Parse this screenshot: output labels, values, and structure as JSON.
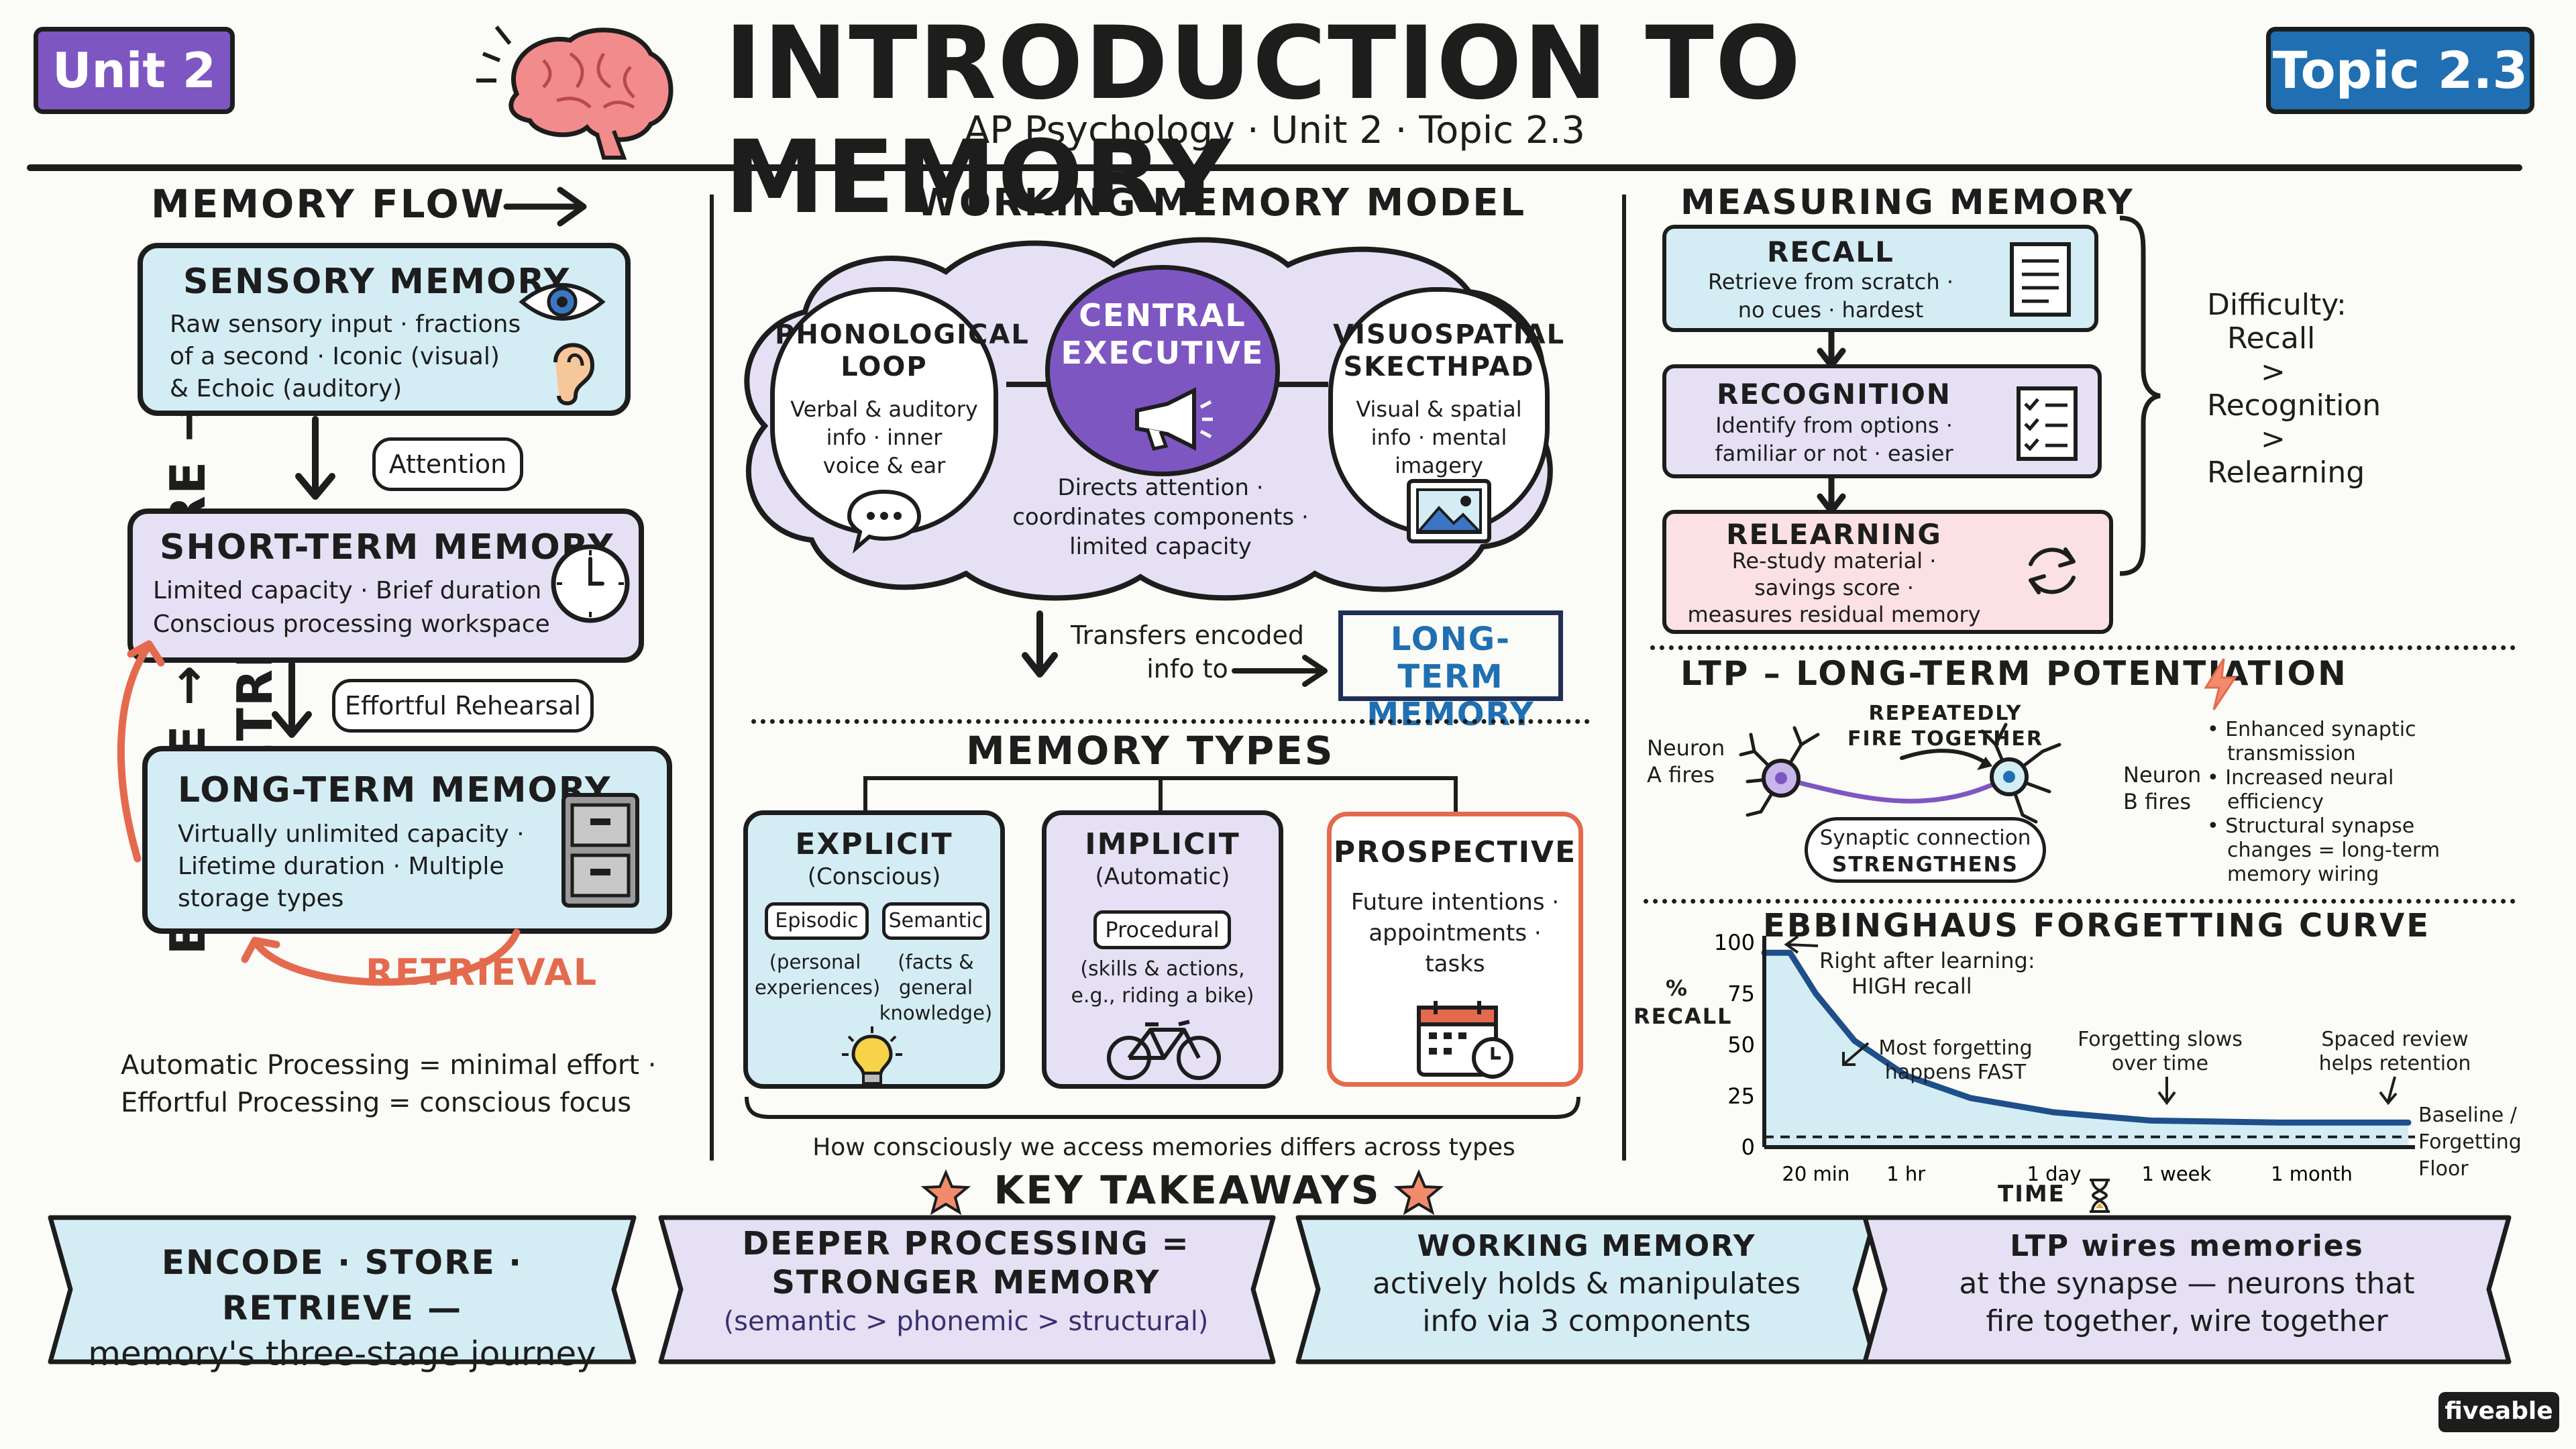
{
  "header": {
    "unit_badge": "Unit 2",
    "topic_badge": "Topic 2.3",
    "title": "INTRODUCTION TO MEMORY",
    "subtitle": "AP Psychology · Unit 2 · Topic 2.3",
    "side_label": "ENCODE → STORE → RETRIEVE"
  },
  "memory_flow": {
    "heading": "MEMORY FLOW",
    "sensory": {
      "title": "SENSORY MEMORY",
      "lines": [
        "Raw sensory input · fractions",
        "of a second · Iconic (visual)",
        "& Echoic (auditory)"
      ]
    },
    "attention": "Attention",
    "short_term": {
      "title": "SHORT-TERM MEMORY",
      "lines": [
        "Limited capacity · Brief duration ·",
        "Conscious processing workspace"
      ]
    },
    "rehearsal": "Effortful Rehearsal",
    "long_term": {
      "title": "LONG-TERM MEMORY",
      "lines": [
        "Virtually unlimited capacity ·",
        "Lifetime duration · Multiple",
        "storage types"
      ]
    },
    "retrieval": "RETRIEVAL",
    "notes": [
      "Automatic Processing = minimal effort ·",
      "Effortful Processing = conscious focus"
    ]
  },
  "working_memory": {
    "heading": "WORKING MEMORY MODEL",
    "phonological": {
      "title": [
        "PHONOLOGICAL",
        "LOOP"
      ],
      "lines": [
        "Verbal & auditory",
        "info · inner",
        "voice & ear"
      ]
    },
    "central": {
      "title": [
        "CENTRAL",
        "EXECUTIVE"
      ],
      "lines": [
        "Directs attention ·",
        "coordinates components ·",
        "limited capacity"
      ]
    },
    "visuospatial": {
      "title": [
        "VISUOSPATIAL",
        "SKECTHPAD"
      ],
      "lines": [
        "Visual & spatial",
        "info · mental",
        "imagery"
      ]
    },
    "transfer": [
      "Transfers encoded",
      "info to"
    ],
    "ltm_box": [
      "LONG-TERM",
      "MEMORY"
    ]
  },
  "memory_types": {
    "heading": "MEMORY TYPES",
    "explicit": {
      "title": "EXPLICIT",
      "sub": "(Conscious)",
      "tag1": "Episodic",
      "tag2": "Semantic",
      "desc1": [
        "(personal",
        "experiences)"
      ],
      "desc2": [
        "(facts &",
        "general",
        "knowledge)"
      ]
    },
    "implicit": {
      "title": "IMPLICIT",
      "sub": "(Automatic)",
      "tag": "Procedural",
      "desc": [
        "(skills & actions,",
        "e.g., riding a bike)"
      ]
    },
    "prospective": {
      "title": "PROSPECTIVE",
      "lines": [
        "Future intentions ·",
        "appointments ·",
        "tasks"
      ]
    },
    "footnote": "How consciously we access memories differs across types"
  },
  "measuring": {
    "heading": "MEASURING MEMORY",
    "recall": {
      "title": "RECALL",
      "lines": [
        "Retrieve from scratch ·",
        "no cues · hardest"
      ]
    },
    "recognition": {
      "title": "RECOGNITION",
      "lines": [
        "Identify from options ·",
        "familiar or not · easier"
      ]
    },
    "relearning": {
      "title": "RELEARNING",
      "lines": [
        "Re-study material ·",
        "savings score ·",
        "measures residual memory"
      ]
    },
    "difficulty": [
      "Difficulty:",
      "Recall",
      ">",
      "Recognition",
      ">",
      "Relearning"
    ]
  },
  "ltp": {
    "heading": "LTP – LONG-TERM POTENTIATION",
    "neuron_a": [
      "Neuron",
      "A fires"
    ],
    "neuron_b": [
      "Neuron",
      "B fires"
    ],
    "repeat": [
      "REPEATEDLY",
      "FIRE TOGETHER"
    ],
    "synapse": [
      "Synaptic connection",
      "STRENGTHENS"
    ],
    "bullets": [
      [
        "• Enhanced synaptic",
        "transmission"
      ],
      [
        "• Increased neural",
        "efficiency"
      ],
      [
        "• Structural synapse",
        "changes = long-term",
        "memory wiring"
      ]
    ]
  },
  "ebbinghaus": {
    "heading": "EBBINGHAUS FORGETTING CURVE",
    "notes": {
      "high": [
        "Right after learning:",
        "HIGH recall"
      ],
      "fast": [
        "Most forgetting",
        "happens FAST"
      ],
      "slows": [
        "Forgetting slows",
        "over time"
      ],
      "spaced": [
        "Spaced review",
        "helps retention"
      ],
      "baseline": [
        "Baseline /",
        "Forgetting Floor"
      ]
    }
  },
  "chart_data": {
    "type": "line",
    "title": "EBBINGHAUS FORGETTING CURVE",
    "xlabel": "TIME",
    "ylabel": "% RECALL",
    "x_ticks": [
      "20 min",
      "1 hr",
      "1 day",
      "1 week",
      "1 month"
    ],
    "y_ticks": [
      0,
      25,
      50,
      75,
      100
    ],
    "ylim": [
      0,
      100
    ],
    "series": [
      {
        "values": [
          {
            "t": 0,
            "y": 95
          },
          {
            "t": 0.04,
            "y": 95
          },
          {
            "t": 0.08,
            "y": 75
          },
          {
            "t": 0.14,
            "y": 52
          },
          {
            "t": 0.22,
            "y": 35
          },
          {
            "t": 0.32,
            "y": 24
          },
          {
            "t": 0.45,
            "y": 17
          },
          {
            "t": 0.6,
            "y": 13
          },
          {
            "t": 0.8,
            "y": 12
          },
          {
            "t": 1,
            "y": 12
          }
        ]
      }
    ],
    "baseline": 5
  },
  "takeaways": {
    "heading": "KEY TAKEAWAYS",
    "items": [
      {
        "lines": [
          "ENCODE · STORE · RETRIEVE —",
          "memory's three-stage journey"
        ]
      },
      {
        "lines": [
          "DEEPER PROCESSING =",
          "STRONGER MEMORY",
          "(semantic > phonemic > structural)"
        ]
      },
      {
        "lines": [
          "WORKING MEMORY",
          "actively holds & manipulates",
          "info via 3 components"
        ]
      },
      {
        "lines": [
          "LTP wires memories",
          "at the synapse — neurons that",
          "fire together, wire together"
        ]
      }
    ]
  },
  "brand": "fiveable",
  "colors": {
    "purple": "#7e56c2",
    "blue": "#1f6fb2",
    "cyan": "#d4edf5",
    "lavender": "#e6e0f5",
    "pink": "#fbe1e4",
    "red": "#e46a4e"
  }
}
